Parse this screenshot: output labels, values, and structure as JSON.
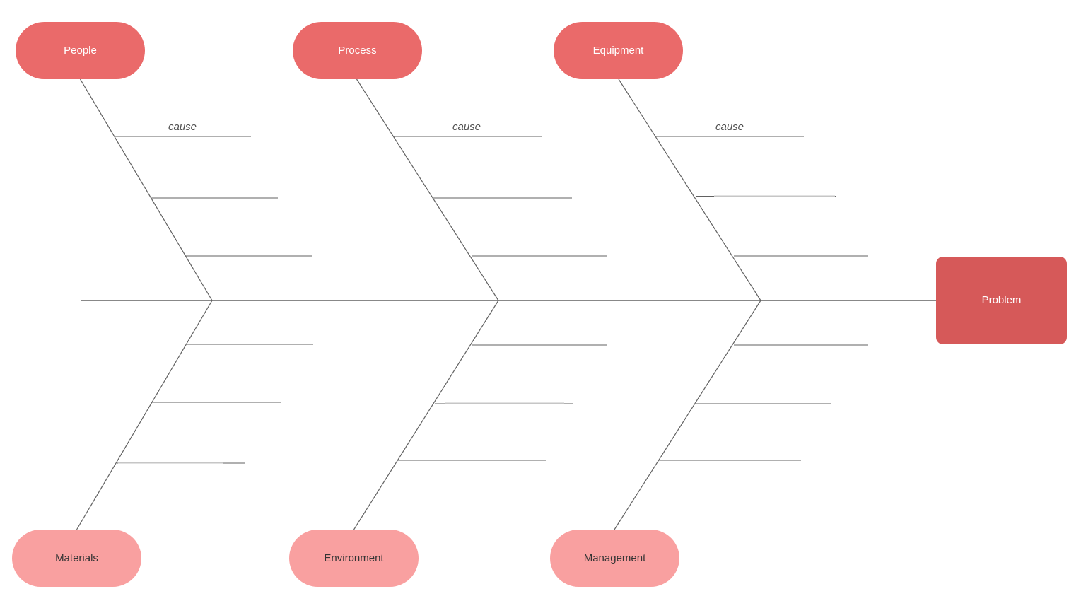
{
  "diagram": {
    "type": "fishbone-ishikawa-cause-and-effect",
    "line_color": "#616161",
    "sketch_line_color": "#c6c6c6",
    "problem": {
      "label": "Problem",
      "fill": "#d65959",
      "text_color": "#ffffff"
    },
    "categories": [
      {
        "label": "People",
        "row": "top",
        "fill": "#ea6a6a",
        "text_color": "#ffffff",
        "cause_label": "cause"
      },
      {
        "label": "Process",
        "row": "top",
        "fill": "#ea6a6a",
        "text_color": "#ffffff",
        "cause_label": "cause"
      },
      {
        "label": "Equipment",
        "row": "top",
        "fill": "#ea6a6a",
        "text_color": "#ffffff",
        "cause_label": "cause"
      },
      {
        "label": "Materials",
        "row": "bottom",
        "fill": "#f9a0a0",
        "text_color": "#343434",
        "cause_label": ""
      },
      {
        "label": "Environment",
        "row": "bottom",
        "fill": "#f9a0a0",
        "text_color": "#343434",
        "cause_label": ""
      },
      {
        "label": "Management",
        "row": "bottom",
        "fill": "#f9a0a0",
        "text_color": "#343434",
        "cause_label": ""
      }
    ]
  }
}
